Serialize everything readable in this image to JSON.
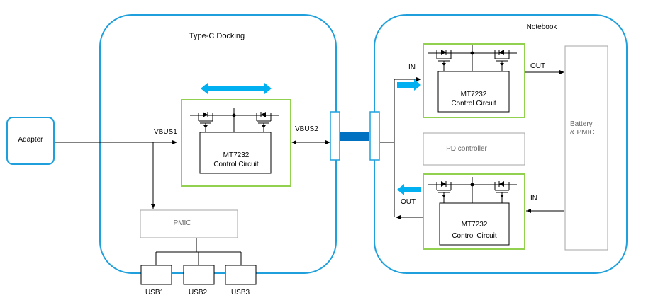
{
  "colors": {
    "container_border": "#1fa0dc",
    "green_border": "#92d050",
    "grey_border": "#a6a6a6",
    "arrow_blue": "#00b0f0",
    "cable_blue": "#0070c0",
    "line": "#000000"
  },
  "docking": {
    "title": "Type-C Docking",
    "vbus1_label": "VBUS1",
    "vbus2_label": "VBUS2",
    "chip": {
      "name": "MT7232",
      "sub": "Control Circuit"
    },
    "pmic_label": "PMIC",
    "usb_ports": [
      "USB1",
      "USB2",
      "USB3"
    ]
  },
  "adapter": {
    "label": "Adapter"
  },
  "notebook": {
    "title": "Notebook",
    "top_chip": {
      "name": "MT7232",
      "sub": "Control Circuit",
      "in_label": "IN",
      "out_label": "OUT"
    },
    "pd_controller": "PD controller",
    "bottom_chip": {
      "name": "MT7232",
      "sub": "Control Circuit",
      "in_label": "IN",
      "out_label": "OUT"
    },
    "battery": {
      "line1": "Battery",
      "line2": "& PMIC"
    }
  }
}
